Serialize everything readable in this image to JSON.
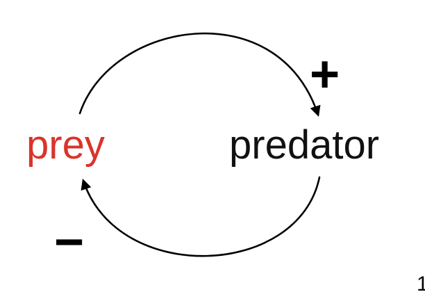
{
  "nodes": {
    "prey": {
      "label": "prey",
      "color": "#d9342b"
    },
    "predator": {
      "label": "predator",
      "color": "#111111"
    }
  },
  "edges": [
    {
      "from": "prey",
      "to": "predator",
      "sign": "+"
    },
    {
      "from": "predator",
      "to": "prey",
      "sign": "−"
    }
  ],
  "corner_text": "1",
  "colors": {
    "arrow": "#000000",
    "background": "#ffffff"
  }
}
